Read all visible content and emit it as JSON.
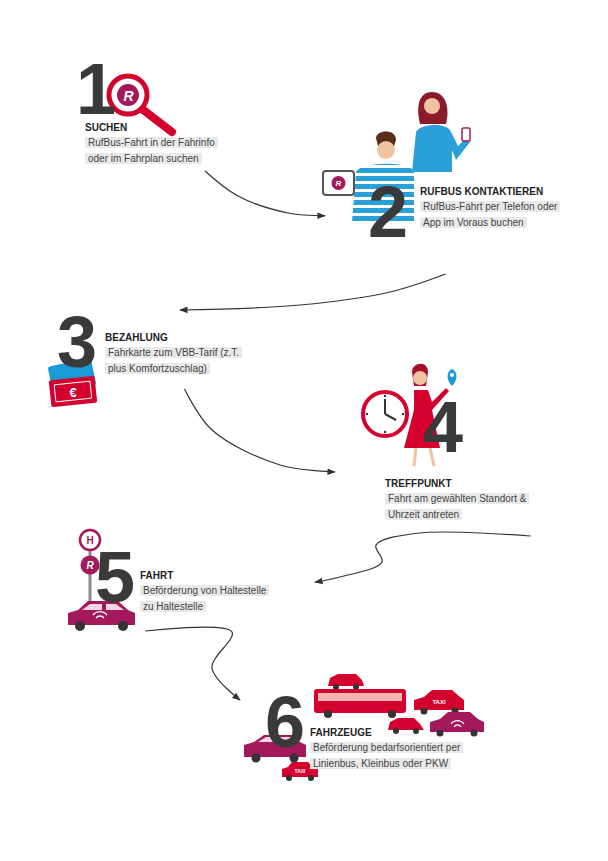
{
  "diagram": {
    "nodes": [
      {
        "text": [
          "1",
          "SUCHEN",
          "RufBus-Fahrt in der Fahrinfo oder im Fahrplan suchen"
        ]
      },
      {
        "text": [
          "2",
          "RUFBUS KONTAKTIEREN",
          "RufBus-Fahrt per Telefon oder App im Voraus buchen"
        ]
      },
      {
        "text": [
          "3",
          "BEZAHLUNG",
          "Fahrkarte zum VBB-Tarif (z.T. plus Komfortzuschlag)"
        ]
      },
      {
        "text": [
          "4",
          "TREFFPUNKT",
          "Fahrt am gewählten Standort & Uhrzeit antreten"
        ]
      },
      {
        "text": [
          "5",
          "FAHRT",
          "Beförderung von Haltestelle zu Haltestelle"
        ]
      },
      {
        "text": [
          "6",
          "FAHRZEUGE",
          "Beförderung bedarfsorientiert per Linienbus, Kleinbus oder PKW"
        ]
      }
    ],
    "edges": [
      {
        "from": 0,
        "to": 1,
        "arrow": "to"
      },
      {
        "from": 1,
        "to": 2,
        "arrow": "to"
      },
      {
        "from": 2,
        "to": 3,
        "arrow": "to"
      },
      {
        "from": 3,
        "to": 4,
        "arrow": "to"
      },
      {
        "from": 4,
        "to": 5,
        "arrow": "to"
      }
    ],
    "labels": [
      "R",
      "R",
      "€",
      "H",
      "R",
      "TAXI",
      "TAXI"
    ]
  }
}
